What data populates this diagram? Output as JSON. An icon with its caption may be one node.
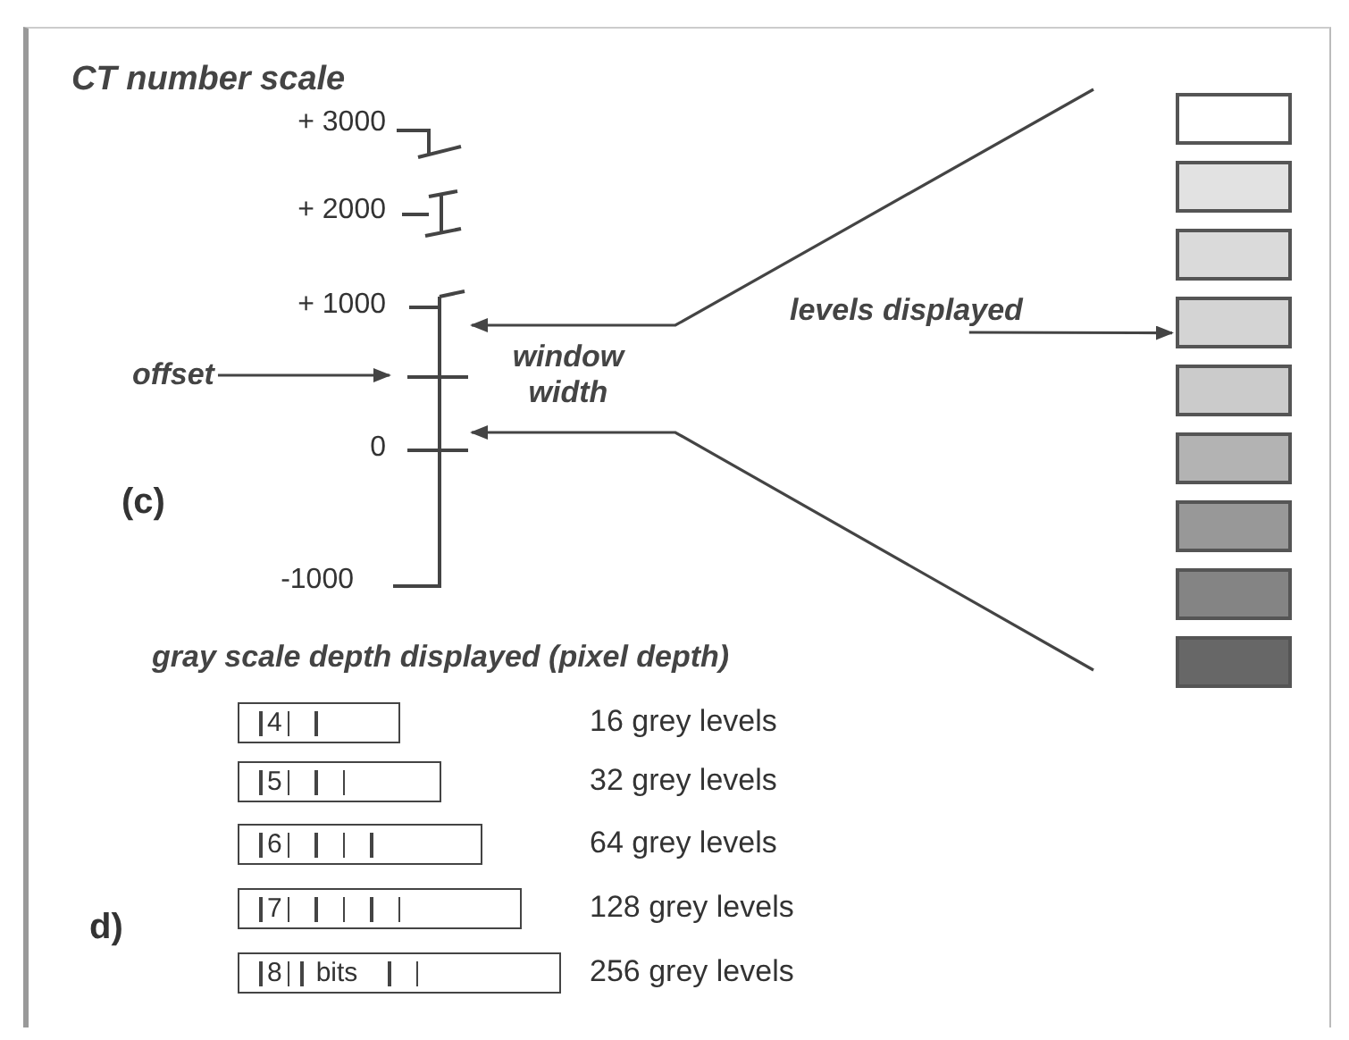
{
  "diagram": {
    "nodes": [
      {
        "text": [],
        "shape": "bar"
      },
      {
        "text": [
          "offset"
        ]
      },
      {
        "text": [
          "levels displayed"
        ]
      },
      {
        "text": [],
        "shape": "box"
      },
      {
        "text": [],
        "shape": "box"
      },
      {
        "text": [],
        "shape": "box"
      },
      {
        "text": [],
        "shape": "box"
      },
      {
        "text": [],
        "shape": "box"
      },
      {
        "text": [],
        "shape": "box"
      },
      {
        "text": [],
        "shape": "box"
      },
      {
        "text": [],
        "shape": "box"
      },
      {
        "text": [],
        "shape": "box"
      },
      {
        "text": [
          "4"
        ]
      },
      {
        "text": [
          "5"
        ]
      },
      {
        "text": [
          "6"
        ]
      },
      {
        "text": [
          "7"
        ]
      },
      {
        "text": [
          "8",
          "bits"
        ]
      }
    ],
    "edges": [
      {
        "from": 1,
        "to": 0,
        "arrow": "to"
      },
      {
        "from": 2,
        "to": 6,
        "arrow": "to"
      },
      {
        "from": null,
        "to": 0,
        "arrow": "to"
      },
      {
        "from": null,
        "to": 0,
        "arrow": "to"
      }
    ],
    "labels": [
      "CT number scale",
      "+ 3000",
      "+ 2000",
      "+ 1000",
      "0",
      "-1000",
      "(c)",
      "window width",
      "gray scale depth displayed (pixel depth)",
      "16 grey levels",
      "32 grey levels",
      "64 grey levels",
      "d)",
      "128 grey levels",
      "256 grey levels"
    ]
  }
}
